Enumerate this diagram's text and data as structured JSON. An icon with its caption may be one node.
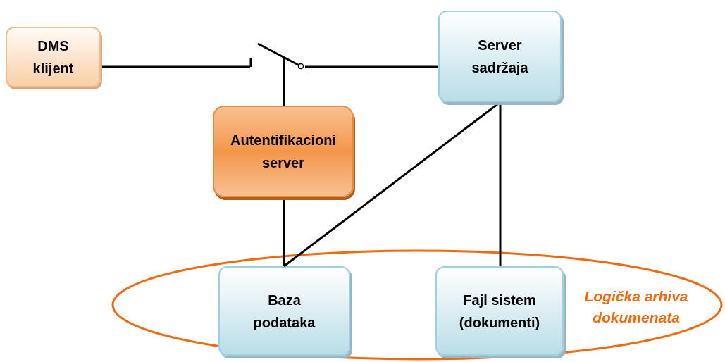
{
  "diagram": {
    "nodes": [
      {
        "text": [
          "DMS klijent"
        ]
      },
      {
        "text": [
          "Server sadržaja"
        ]
      },
      {
        "text": [
          "Autentifikacioni server"
        ]
      },
      {
        "text": [
          "Baza podataka"
        ],
        "in": 5
      },
      {
        "text": [
          "Fajl sistem (dokumenti)"
        ],
        "in": 5
      },
      {
        "text": [
          "Logička arhiva dokumenata"
        ]
      },
      {
        "text": [],
        "shape": "switch"
      }
    ],
    "edges": [
      {
        "from": 0,
        "to": 6,
        "arrow": "none"
      },
      {
        "from": 6,
        "to": 1,
        "arrow": "none"
      },
      {
        "from": 2,
        "to": 6,
        "arrow": "none"
      },
      {
        "from": 2,
        "to": 3,
        "arrow": "none"
      },
      {
        "from": 1,
        "to": 3,
        "arrow": "none"
      },
      {
        "from": 1,
        "to": 4,
        "arrow": "none"
      }
    ]
  }
}
